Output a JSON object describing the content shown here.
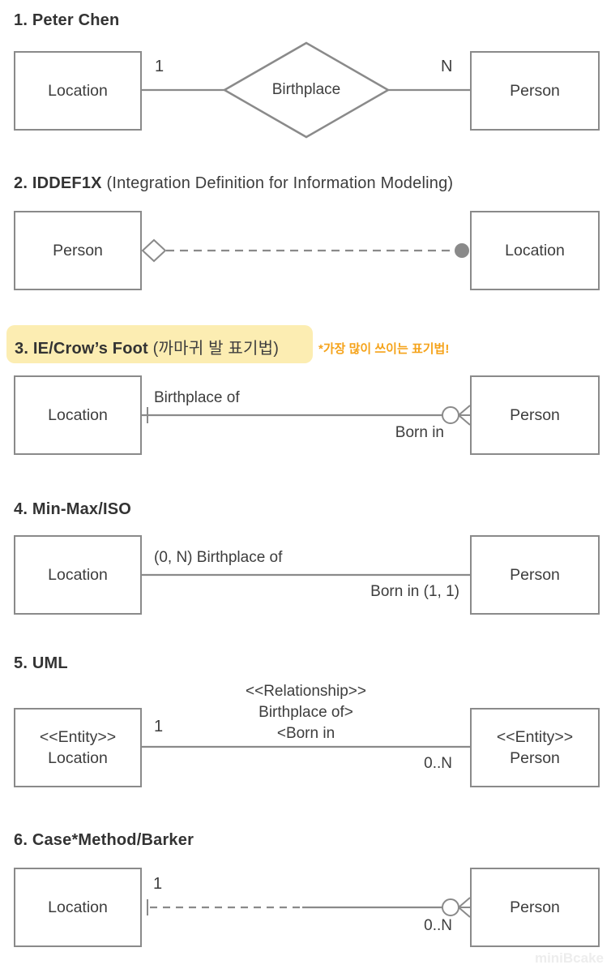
{
  "colors": {
    "line_gray": "#8a8a8a",
    "text_dark": "#3d3d3d",
    "highlight_yellow": "#fcedb2",
    "accent_orange": "#f5a31a",
    "watermark_gray": "#ededed"
  },
  "sections": {
    "chen": {
      "title": "1. Peter Chen",
      "left_entity": "Location",
      "right_entity": "Person",
      "diamond_label": "Birthplace",
      "left_cardinality": "1",
      "right_cardinality": "N"
    },
    "idef1x": {
      "title": "2. IDDEF1X",
      "title_suffix": " (Integration Definition for Information Modeling)",
      "left_entity": "Person",
      "right_entity": "Location"
    },
    "crows_foot": {
      "title": "3. IE/Crow’s Foot",
      "title_suffix": " (까마귀 발 표기법)",
      "annotation": "*가장 많이 쓰이는 표기법!",
      "left_entity": "Location",
      "right_entity": "Person",
      "top_label": "Birthplace of",
      "bottom_label": "Born in"
    },
    "min_max": {
      "title": "4. Min-Max/ISO",
      "left_entity": "Location",
      "right_entity": "Person",
      "top_label": "(0, N) Birthplace of",
      "bottom_label": "Born in (1, 1)"
    },
    "uml": {
      "title": "5. UML",
      "left_stereotype": "<<Entity>>",
      "left_entity": "Location",
      "right_stereotype": "<<Entity>>",
      "right_entity": "Person",
      "rel_stereotype": "<<Relationship>>",
      "rel_name": "Birthplace of>",
      "rel_inverse": "<Born in",
      "left_cardinality": "1",
      "right_cardinality": "0..N"
    },
    "barker": {
      "title": "6. Case*Method/Barker",
      "left_entity": "Location",
      "right_entity": "Person",
      "left_cardinality": "1",
      "right_cardinality": "0..N"
    }
  },
  "watermark": "miniBcake"
}
